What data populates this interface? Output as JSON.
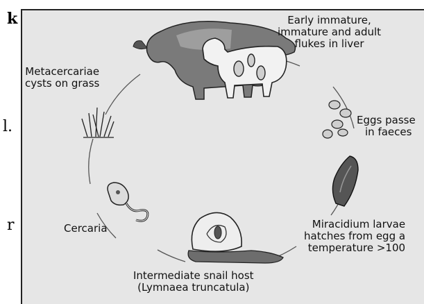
{
  "left_margin_fragments": [
    "k",
    "l.",
    "r"
  ],
  "labels": {
    "flukes": [
      "Early immature,",
      "immature and adult",
      "flukes in liver"
    ],
    "eggs": [
      "Eggs passe",
      "in faeces"
    ],
    "miracidium": [
      "Miracidium larvae",
      "hatches from egg a",
      "temperature >100"
    ],
    "snail": [
      "Intermediate snail host",
      "(Lymnaea truncatula)"
    ],
    "cercaria": [
      "Cercaria"
    ],
    "metacercariae": [
      "Metacercariae",
      "cysts on grass"
    ]
  }
}
